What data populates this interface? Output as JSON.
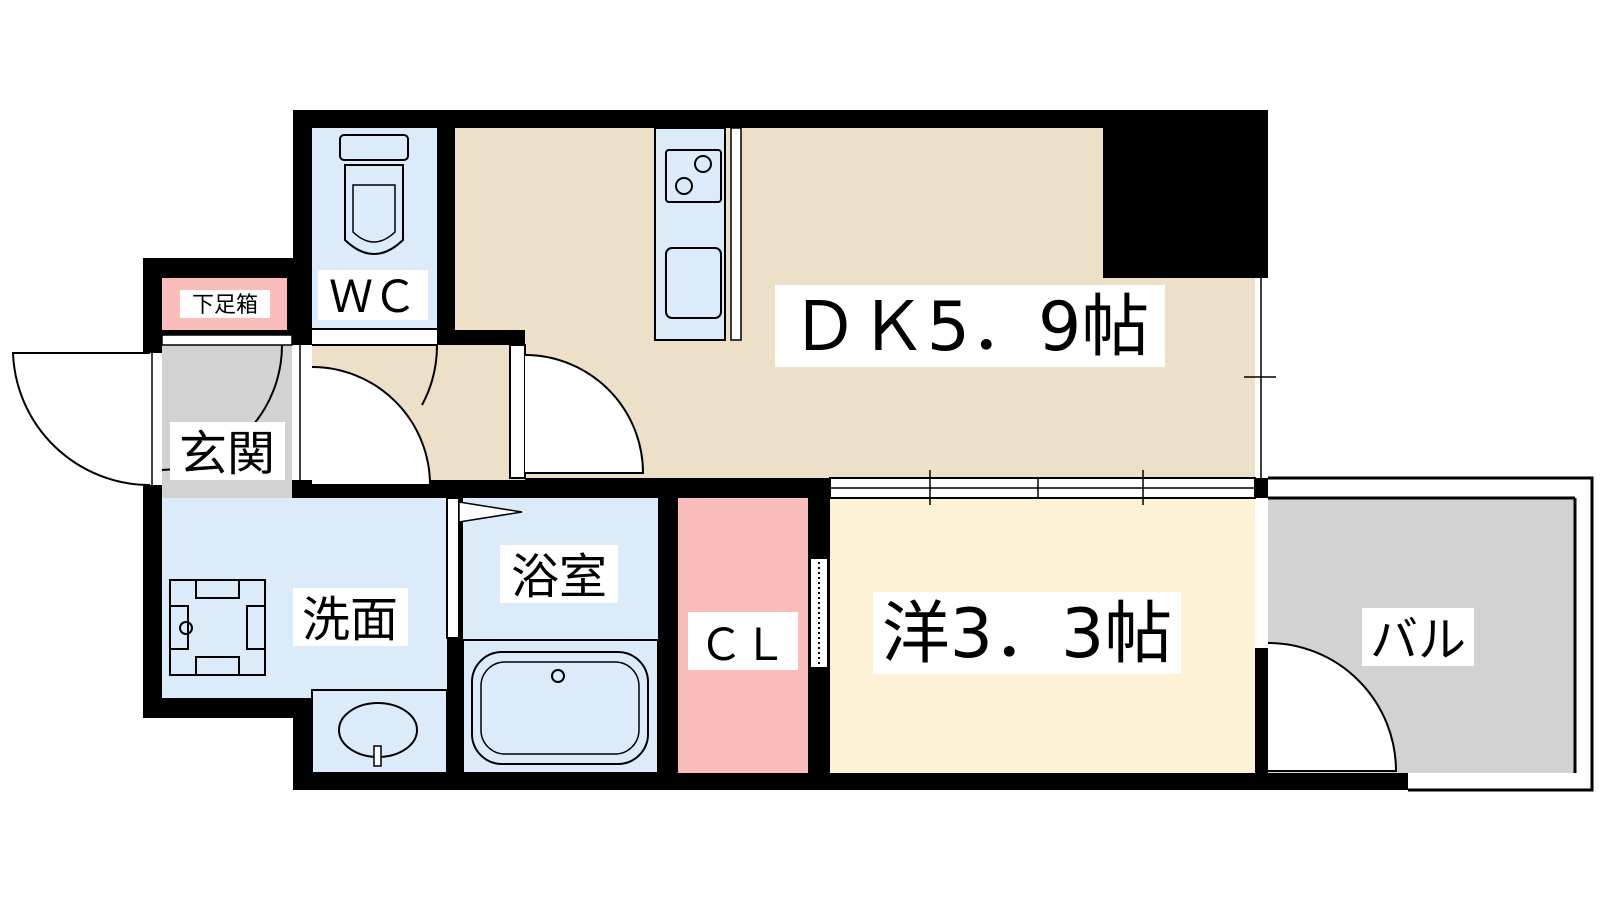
{
  "colors": {
    "wall": "#000000",
    "water_area": "#dcebfa",
    "dining_kitchen": "#ede0c8",
    "western_room": "#fdf2d6",
    "closet": "#fbbcbc",
    "shoe_box": "#fbbcbc",
    "entrance_floor": "#d2d2d2",
    "balcony": "#d2d2d2",
    "label_background": "#ffffff"
  },
  "rooms": {
    "dk": {
      "label": "ＤＫ5．9帖"
    },
    "western": {
      "label": "洋3．3帖"
    },
    "wc": {
      "label": "ＷＣ"
    },
    "entrance": {
      "label": "玄関"
    },
    "shoe_box": {
      "label": "下足箱"
    },
    "washroom": {
      "label": "洗面"
    },
    "bathroom": {
      "label": "浴室"
    },
    "closet": {
      "label": "ＣＬ"
    },
    "balcony": {
      "label": "バル"
    }
  },
  "fixtures": {
    "toilet": "toilet-icon",
    "stove": "gas-stove-icon",
    "sink": "kitchen-sink-icon",
    "washing_machine": "washing-machine-pan-icon",
    "wash_basin": "wash-basin-icon",
    "bathtub": "bathtub-icon"
  }
}
